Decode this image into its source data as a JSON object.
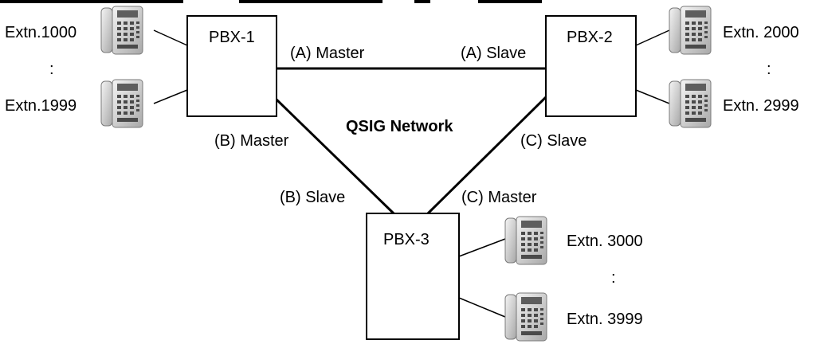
{
  "pbx": {
    "p1": "PBX-1",
    "p2": "PBX-2",
    "p3": "PBX-3"
  },
  "network_label": "QSIG Network",
  "links": {
    "a_master": "(A) Master",
    "a_slave": "(A) Slave",
    "b_master": "(B) Master",
    "b_slave": "(B) Slave",
    "c_master": "(C) Master",
    "c_slave": "(C) Slave"
  },
  "extensions": {
    "e1000": "Extn.1000",
    "e1999": "Extn.1999",
    "e2000": "Extn. 2000",
    "e2999": "Extn. 2999",
    "e3000": "Extn. 3000",
    "e3999": "Extn. 3999",
    "ellipsis1": ":",
    "ellipsis2": ":",
    "ellipsis3": ":"
  },
  "icons": {
    "phone": "telephone-icon"
  },
  "colors": {
    "line": "#000000",
    "background": "#ffffff",
    "phone_body": "#d8d8d8"
  }
}
